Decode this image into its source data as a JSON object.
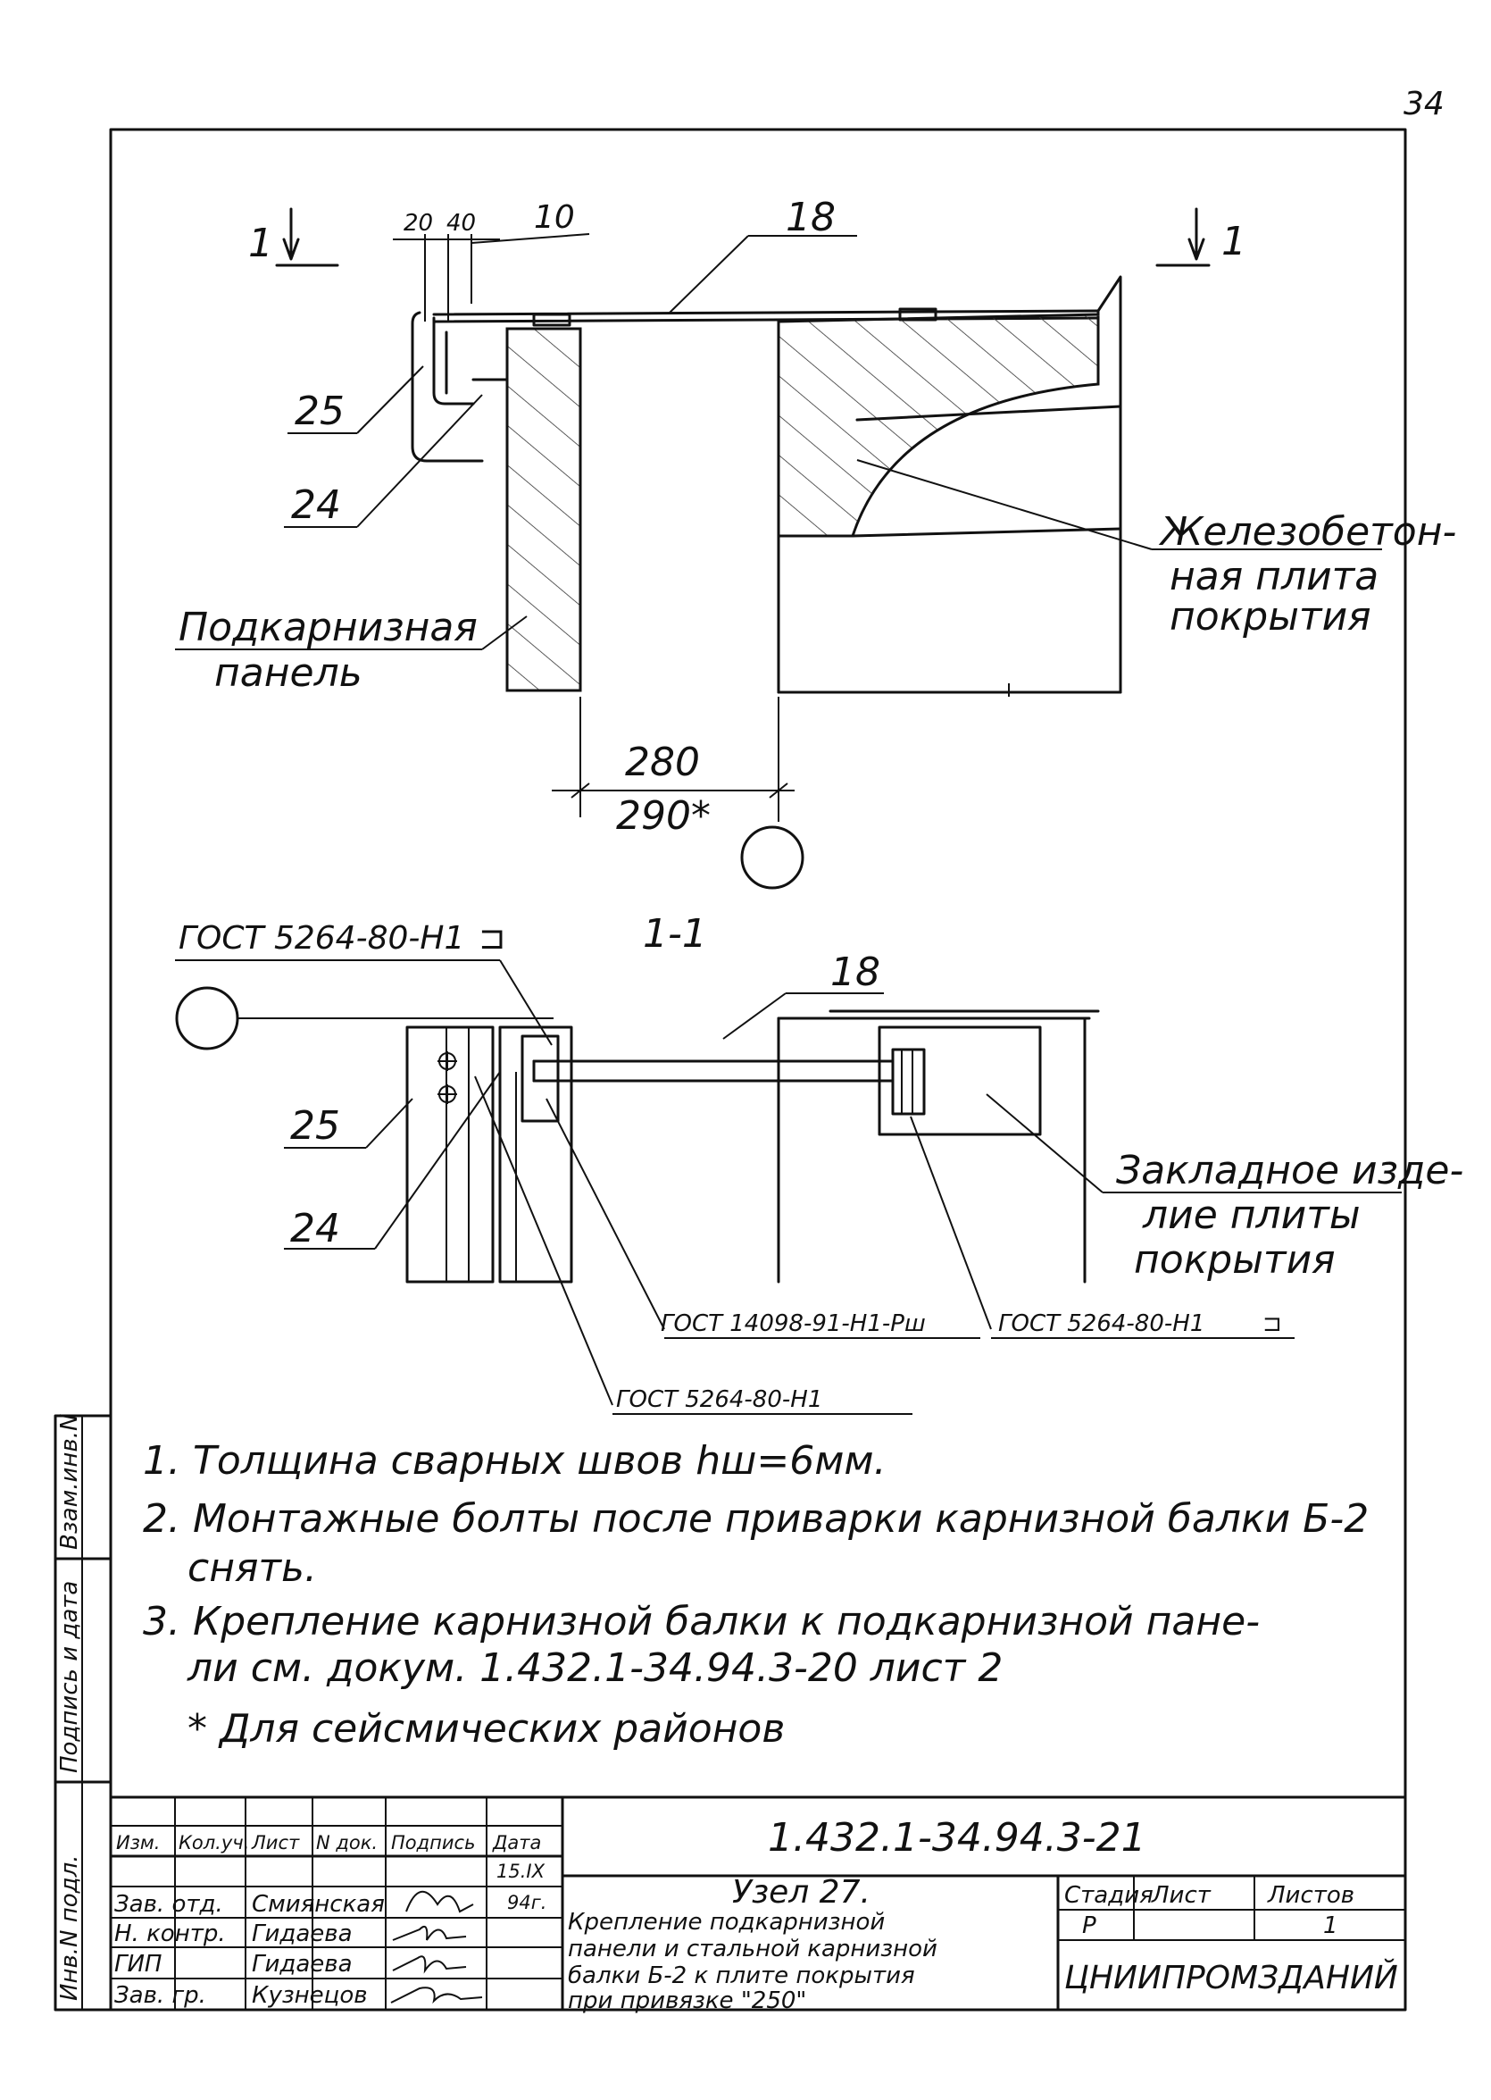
{
  "page_number": "34",
  "section_marks": {
    "left": "1",
    "right": "1",
    "section_title": "1-1"
  },
  "dimensions": {
    "d20": "20",
    "d40": "40",
    "d280": "280",
    "d290": "290*"
  },
  "callouts": {
    "c10": "10",
    "c18": "18",
    "c25": "25",
    "c24": "24",
    "c18b": "18",
    "c25b": "25",
    "c24b": "24"
  },
  "labels": {
    "rc_slab_1": "Железобетон-",
    "rc_slab_2": "ная плита",
    "rc_slab_3": "покрытия",
    "subcornice_1": "Подкарнизная",
    "subcornice_2": "панель",
    "embedded_1": "Закладное изде-",
    "embedded_2": "лие плиты",
    "embedded_3": "покрытия"
  },
  "weld_symbols": {
    "w1": "ГОСТ 5264-80-Н1",
    "w2": "ГОСТ 14098-91-Н1-Рш",
    "w3": "ГОСТ 5264-80-Н1",
    "w4": "ГОСТ 5264-80-Н1"
  },
  "notes": [
    "1. Толщина сварных швов hш=6мм.",
    "2. Монтажные болты после приварки карнизной балки Б-2",
    "снять.",
    "3. Крепление карнизной балки к подкарнизной пане-",
    "ли см. докум. 1.432.1-34.94.3-20 лист 2",
    "* Для сейсмических районов"
  ],
  "side_stamp": {
    "vzam": "Взам.инв.N",
    "podp": "Подпись и дата",
    "inv": "Инв.N подл."
  },
  "title_block": {
    "doc_number": "1.432.1-34.94.3-21",
    "headers": [
      "Изм.",
      "Кол.уч.",
      "Лист",
      "N док.",
      "Подпись",
      "Дата"
    ],
    "date_value_1": "15.IX",
    "date_value_2": "94г.",
    "rows": [
      {
        "role": "Зав. отд.",
        "name": "Смиянская"
      },
      {
        "role": "Н. контр.",
        "name": "Гидаева"
      },
      {
        "role": "ГИП",
        "name": "Гидаева"
      },
      {
        "role": "Зав. гр.",
        "name": "Кузнецов"
      }
    ],
    "title_lines": [
      "Узел 27.",
      "Крепление подкарнизной",
      "панели и стальной карнизной",
      "балки Б-2 к плите покрытия",
      "при привязке \"250\""
    ],
    "stage_label": "Стадия",
    "sheet_label": "Лист",
    "sheets_label": "Листов",
    "stage_value": "Р",
    "sheets_value": "1",
    "organization": "ЦНИИПРОМЗДАНИЙ"
  }
}
